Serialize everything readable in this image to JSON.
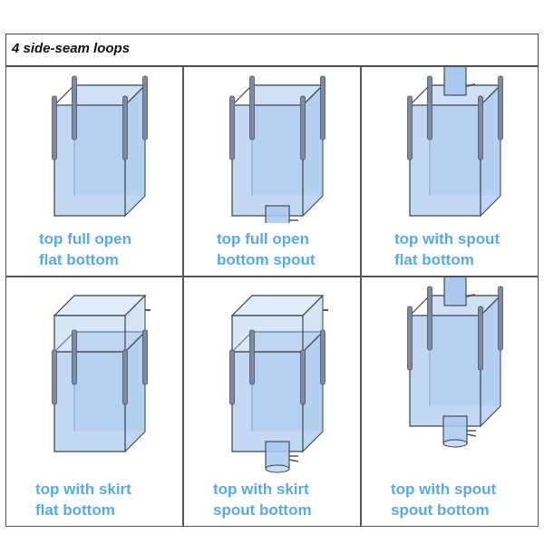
{
  "header": {
    "title": "4 side-seam loops"
  },
  "cells": [
    {
      "lines": [
        "top full open",
        "flat bottom"
      ],
      "top": "open",
      "bottom": "flat"
    },
    {
      "lines": [
        "top full open",
        "bottom spout"
      ],
      "top": "open",
      "bottom": "spout"
    },
    {
      "lines": [
        "top with spout",
        "flat bottom"
      ],
      "top": "spout",
      "bottom": "flat"
    },
    {
      "lines": [
        "top with skirt",
        "flat bottom"
      ],
      "top": "skirt",
      "bottom": "flat"
    },
    {
      "lines": [
        "top with skirt",
        "spout bottom"
      ],
      "top": "skirt",
      "bottom": "spout"
    },
    {
      "lines": [
        "top with spout",
        "spout bottom"
      ],
      "top": "spout",
      "bottom": "spout"
    }
  ],
  "colors": {
    "caption": "#5aa9e6",
    "bag_fill": "#a9c9ee",
    "bag_edge": "#3a3f48",
    "loop": "#7d8aa0"
  }
}
